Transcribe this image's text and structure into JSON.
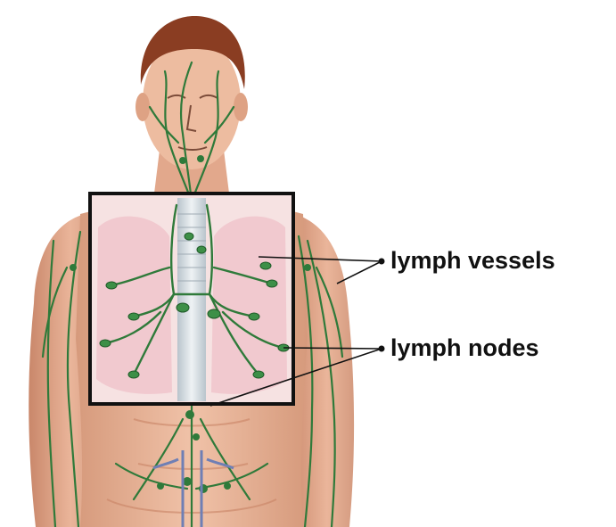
{
  "labels": {
    "lymph_vessels": "lymph vessels",
    "lymph_nodes": "lymph nodes"
  },
  "colors": {
    "skin": "#e9b79b",
    "skin_shadow": "#cf8f70",
    "hair": "#8a3d22",
    "lymph": "#2f7a3a",
    "lung": "#f3cfd4",
    "trachea": "#cfd8df",
    "inset_border": "#111111",
    "leader_line": "#111111"
  },
  "icons": [
    "human-torso-illustration",
    "lymphatic-system-inset"
  ]
}
